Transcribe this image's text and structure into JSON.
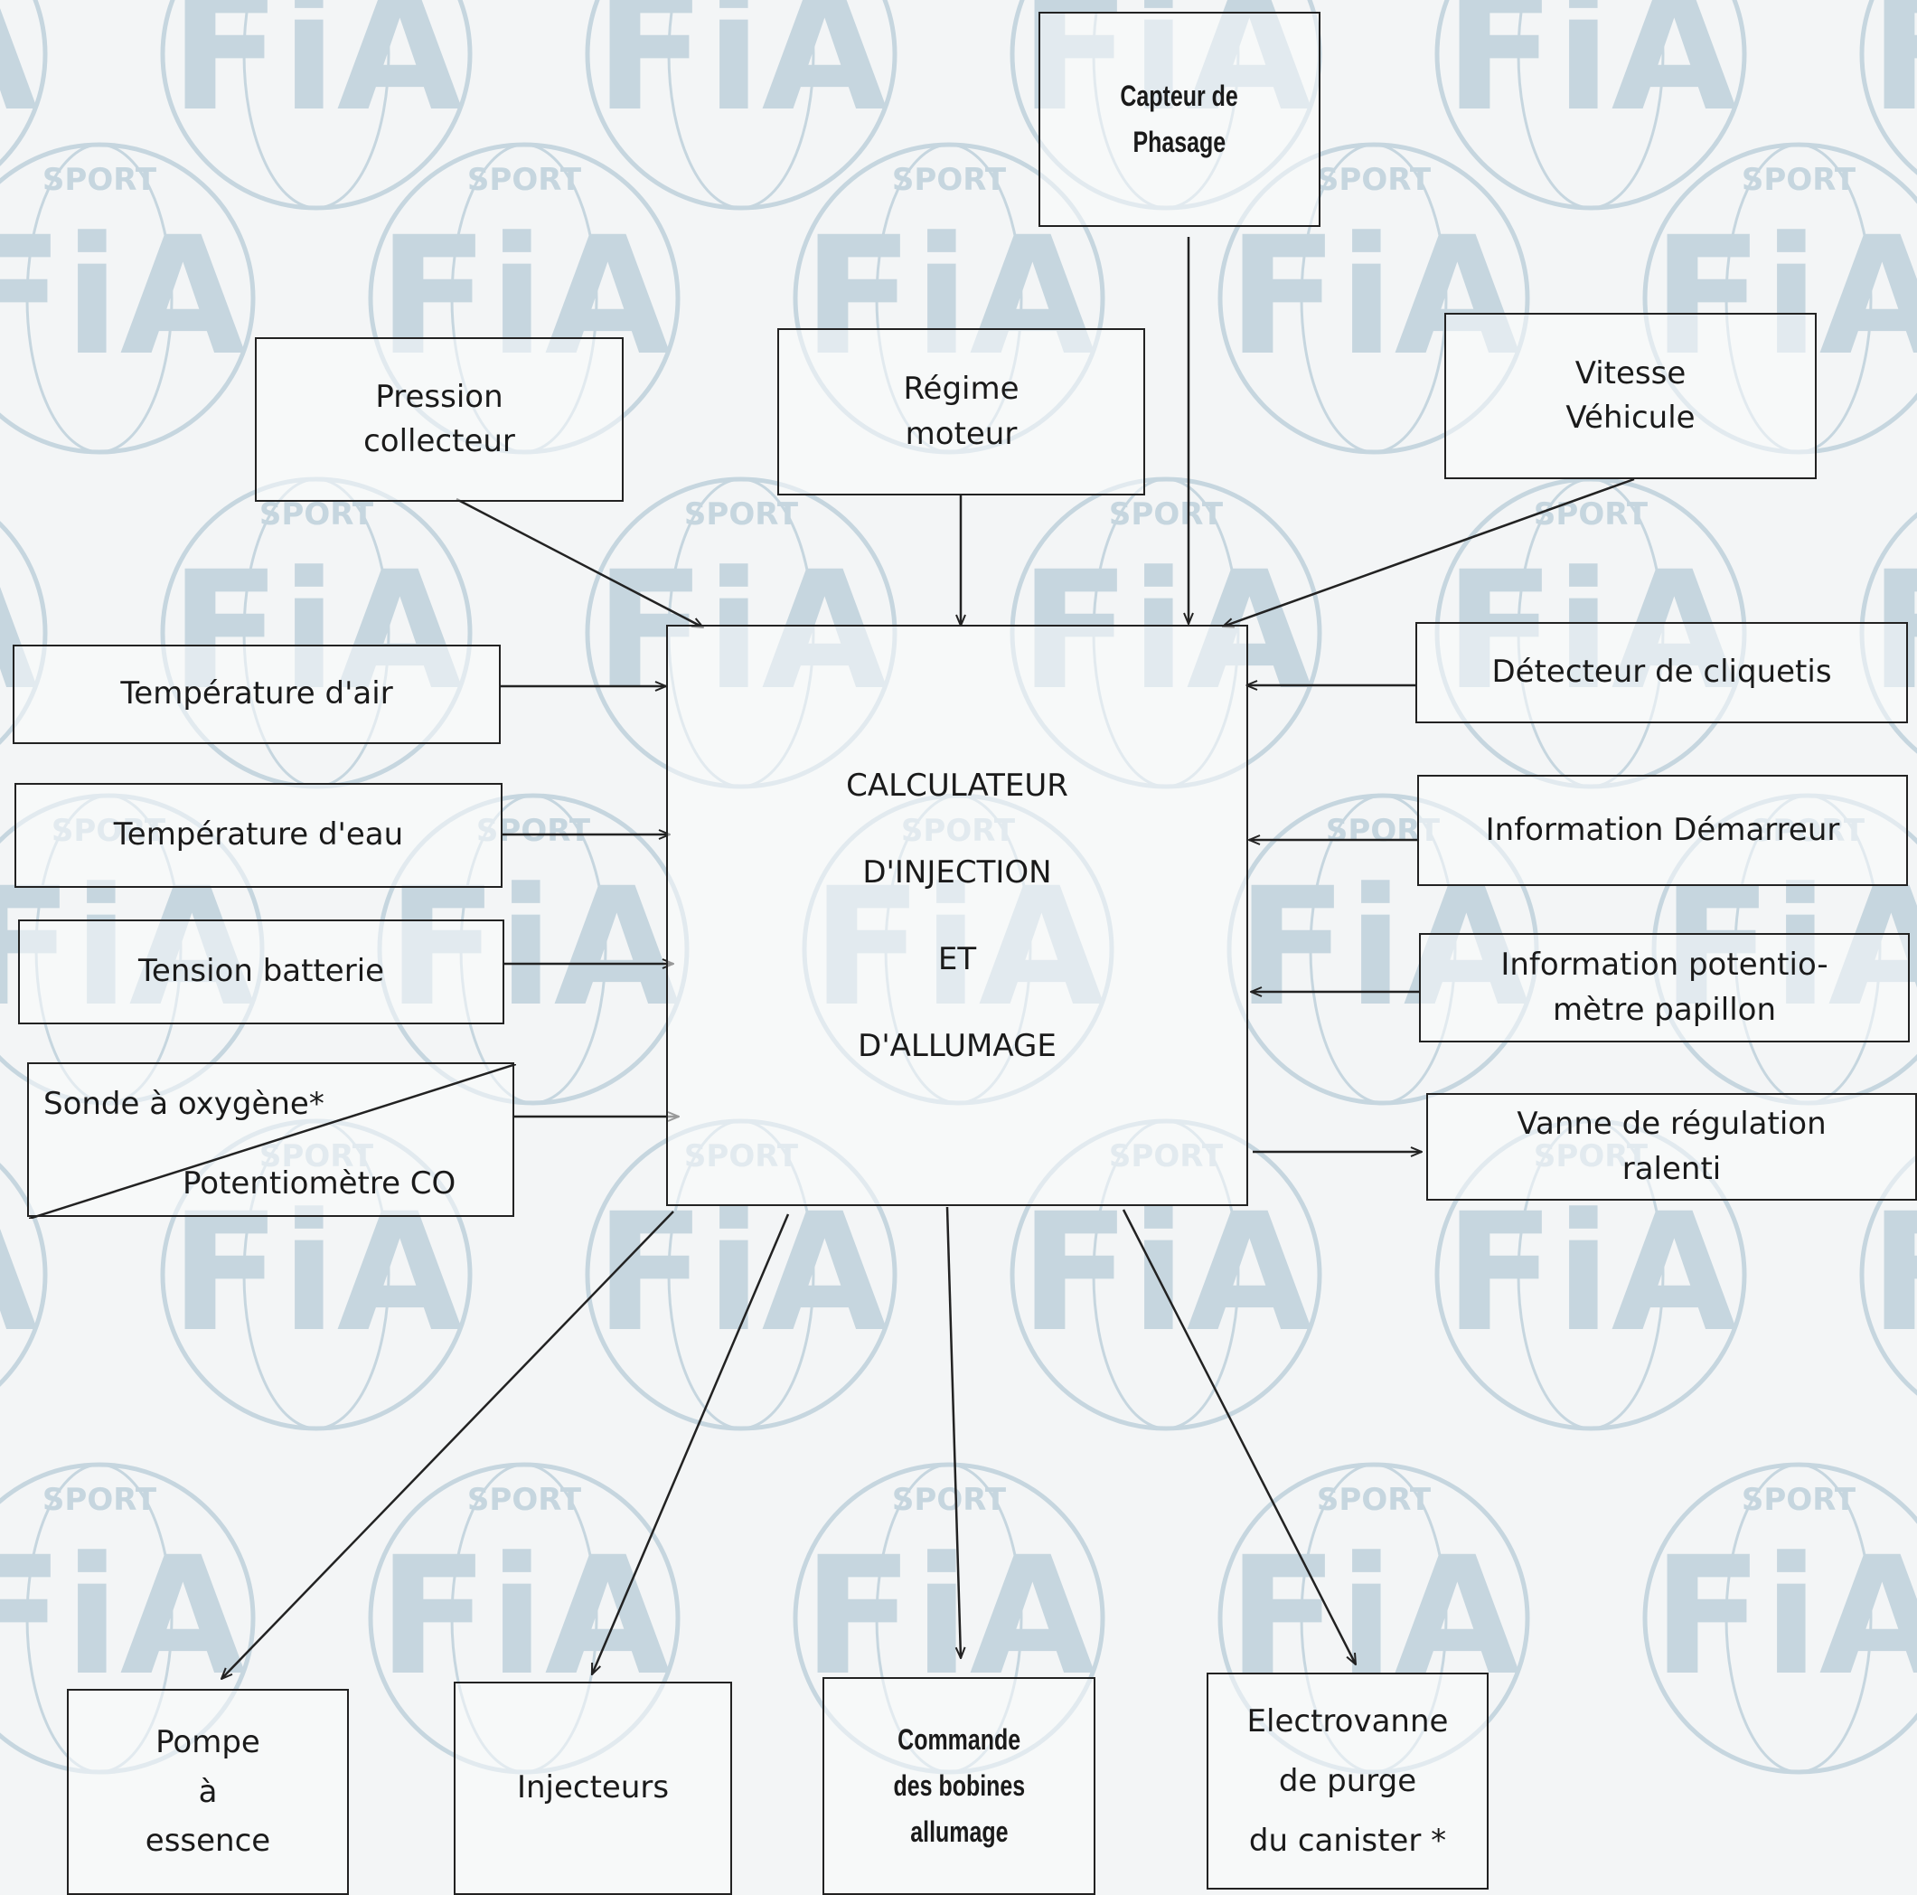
{
  "watermark": {
    "big": "FiA",
    "small": "SPORT",
    "color": "#c6d6df"
  },
  "center": {
    "line1": "CALCULATEUR",
    "line2": "D'INJECTION",
    "line3": "ET",
    "line4": "D'ALLUMAGE"
  },
  "top": {
    "capteur": [
      "Capteur de",
      "Phasage"
    ],
    "pression": [
      "Pression",
      "collecteur"
    ],
    "regime": [
      "Régime",
      "moteur"
    ],
    "vitesse": [
      "Vitesse",
      "Véhicule"
    ]
  },
  "left": {
    "temp_air": "Température d'air",
    "temp_eau": "Température d'eau",
    "tension": "Tension batterie",
    "sonde": "Sonde à oxygène*",
    "potentiometre": "Potentiomètre CO"
  },
  "right": {
    "cliquetis": "Détecteur de cliquetis",
    "demarreur": "Information Démarreur",
    "papillon": [
      "Information potentio-",
      "mètre papillon"
    ],
    "vanne": [
      "Vanne de régulation",
      "ralenti"
    ]
  },
  "bottom": {
    "pompe": [
      "Pompe",
      "à",
      "essence"
    ],
    "injecteurs": "Injecteurs",
    "bobines": [
      "Commande",
      "des bobines",
      "allumage"
    ],
    "electrovanne": [
      "Electrovanne",
      "de purge",
      "du canister *"
    ]
  }
}
